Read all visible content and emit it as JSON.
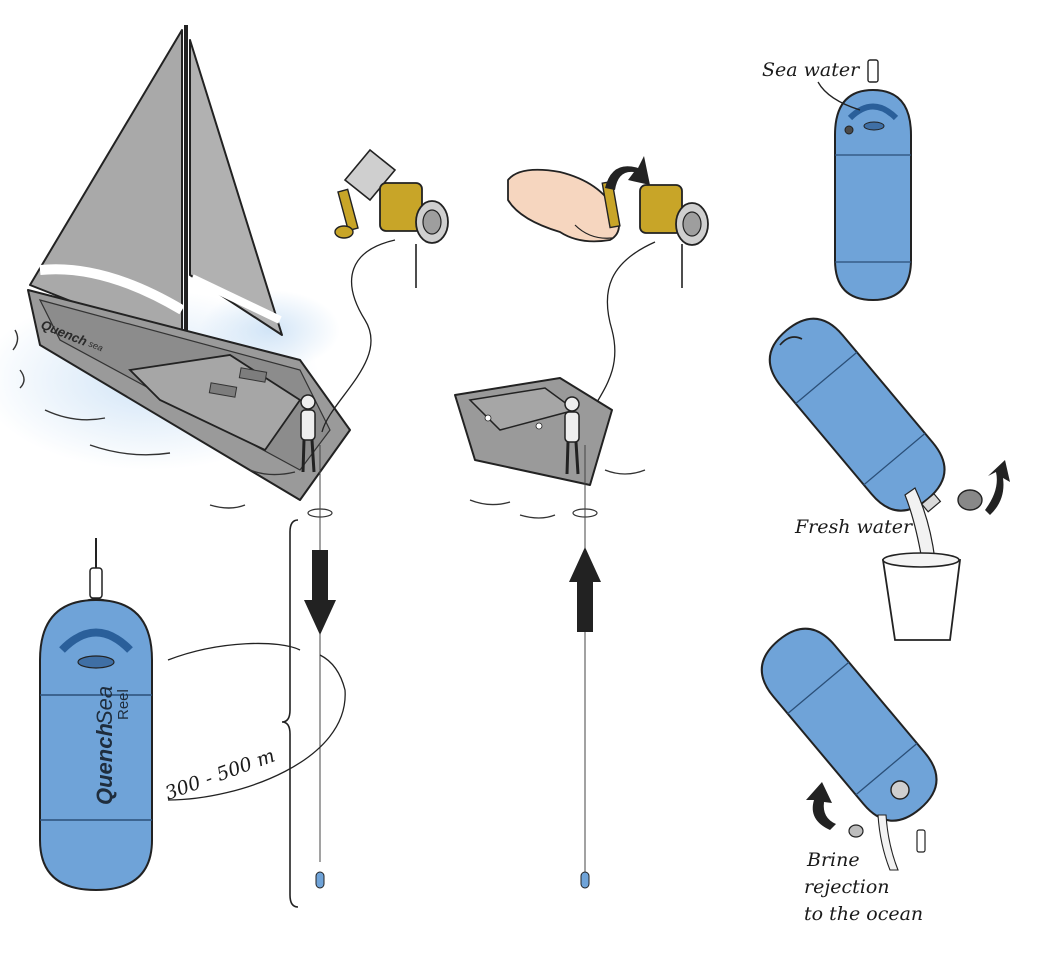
{
  "labels": {
    "sea_water": "Sea water",
    "fresh_water": "Fresh water",
    "brine_line1": "Brine",
    "brine_line2": "rejection",
    "brine_line3": "to the ocean",
    "depth": "300 - 500 m"
  },
  "brand": {
    "bold": "Quench",
    "light": "Sea",
    "sub": "Reel",
    "hull_bold": "Quench",
    "hull_light": "sea"
  },
  "colors": {
    "capsule_blue": "#6fa3d8",
    "capsule_dark": "#4f86c0",
    "reel_gold": "#c8a528",
    "boat_gray": "#9a9a9a",
    "sail_gray": "#a9a9a9",
    "water_glow": "#cfe3f6"
  }
}
